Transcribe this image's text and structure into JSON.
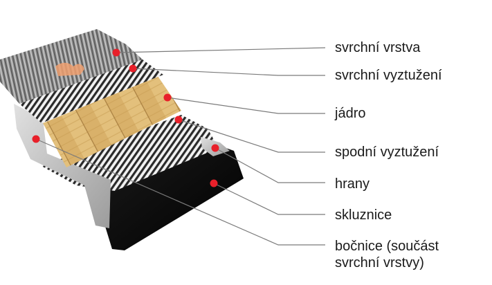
{
  "labels": [
    {
      "id": "top-layer",
      "text": "svrchní vrstva"
    },
    {
      "id": "top-reinforcement",
      "text": "svrchní vyztužení"
    },
    {
      "id": "core",
      "text": "jádro"
    },
    {
      "id": "bottom-reinforcement",
      "text": "spodní vyztužení"
    },
    {
      "id": "edges",
      "text": "hrany"
    },
    {
      "id": "base",
      "text": "skluznice"
    },
    {
      "id": "sidewall",
      "text": "bočnice (součást",
      "text_line2": "svrchní vrstvy)"
    }
  ],
  "colors": {
    "marker": "#e8202a",
    "leader_line": "#7a7a7a",
    "text": "#1a1a1a",
    "wood_core": "#d9b16a",
    "base": "#0d0d0d",
    "steel_edge": "#b9b9b9",
    "fiber_layer": "#3a3a3a",
    "top_sheet": "#8d8d8d"
  }
}
